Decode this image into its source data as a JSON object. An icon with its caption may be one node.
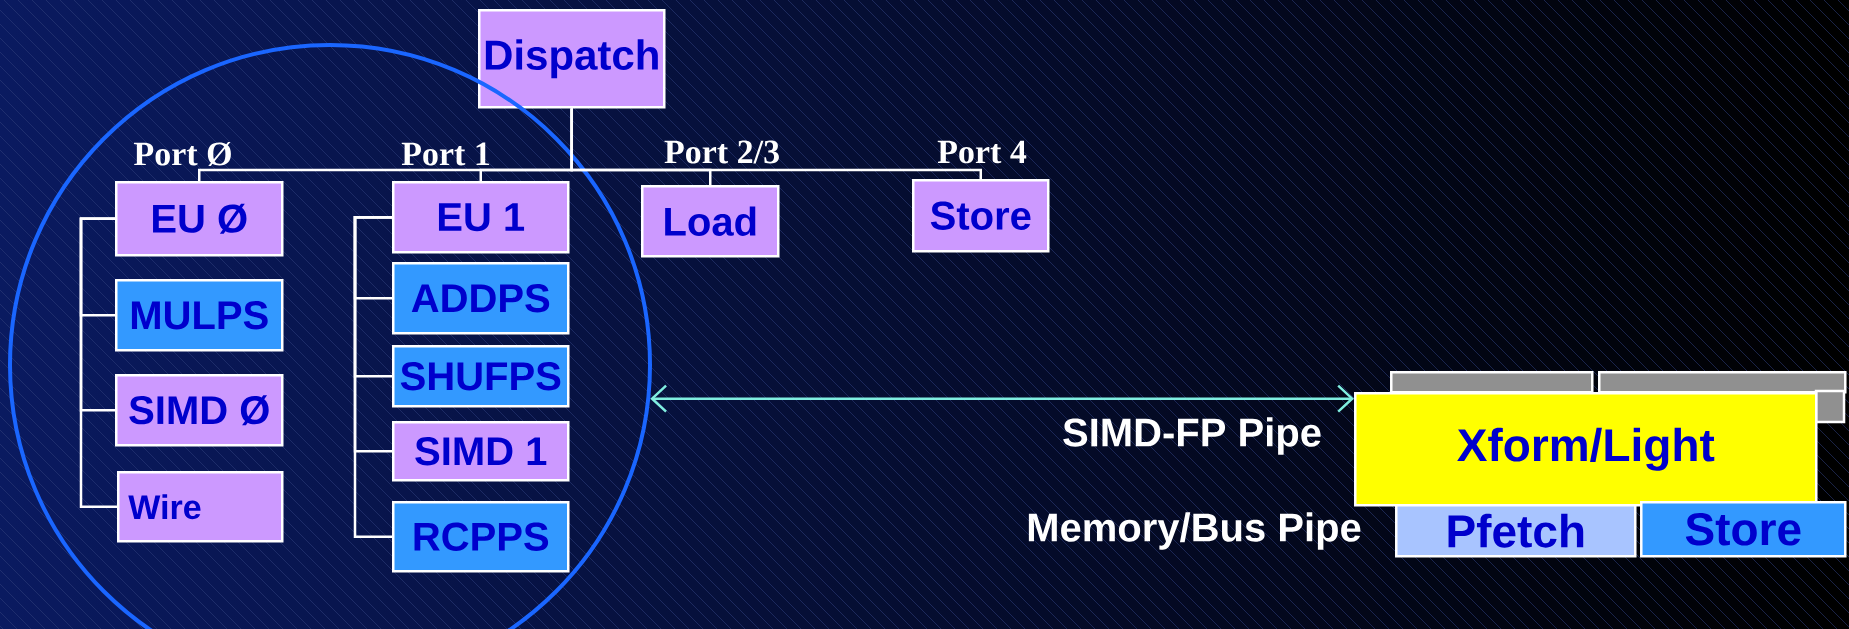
{
  "diagram": {
    "nodes": [
      {
        "text": [
          "Dispatch"
        ]
      },
      {
        "text": [],
        "shape": "circle"
      },
      {
        "text": [
          "EU Ø"
        ],
        "in": 1
      },
      {
        "text": [
          "EU 1"
        ],
        "in": 1
      },
      {
        "text": [
          "Load"
        ]
      },
      {
        "text": [
          "Store"
        ]
      },
      {
        "text": [
          "MULPS"
        ],
        "in": 1
      },
      {
        "text": [
          "ADDPS"
        ],
        "in": 1
      },
      {
        "text": [
          "SHUFPS"
        ],
        "in": 1
      },
      {
        "text": [
          "SIMD Ø"
        ],
        "in": 1
      },
      {
        "text": [
          "SIMD 1"
        ],
        "in": 1
      },
      {
        "text": [
          "Wire"
        ],
        "in": 1
      },
      {
        "text": [
          "RCPPS"
        ],
        "in": 1
      },
      {
        "text": [],
        "shape": "box"
      },
      {
        "text": [],
        "shape": "box"
      },
      {
        "text": [
          "Xform/Light"
        ]
      },
      {
        "text": [
          "Pfetch"
        ]
      },
      {
        "text": [
          "Store"
        ]
      }
    ],
    "edges": [
      {
        "from": 0,
        "to": 2,
        "arrow": "none",
        "label": "Port Ø"
      },
      {
        "from": 0,
        "to": 3,
        "arrow": "none",
        "label": "Port 1"
      },
      {
        "from": 0,
        "to": 4,
        "arrow": "none",
        "label": "Port 2/3"
      },
      {
        "from": 0,
        "to": 5,
        "arrow": "none",
        "label": "Port 4"
      },
      {
        "from": 2,
        "to": 6,
        "arrow": "none"
      },
      {
        "from": 2,
        "to": 9,
        "arrow": "none"
      },
      {
        "from": 2,
        "to": 11,
        "arrow": "none"
      },
      {
        "from": 3,
        "to": 7,
        "arrow": "none"
      },
      {
        "from": 3,
        "to": 8,
        "arrow": "none"
      },
      {
        "from": 3,
        "to": 10,
        "arrow": "none"
      },
      {
        "from": 3,
        "to": 12,
        "arrow": "none"
      },
      {
        "from": 1,
        "to": 15,
        "arrow": "both",
        "color": "#80eee0"
      }
    ],
    "labels": [
      "SIMD-FP Pipe",
      "Memory/Bus Pipe"
    ]
  }
}
